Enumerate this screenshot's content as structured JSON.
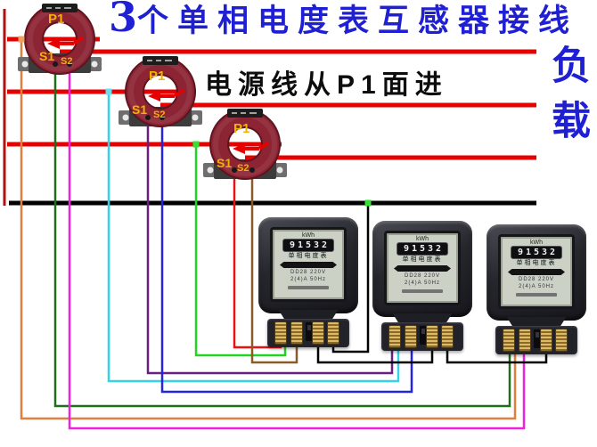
{
  "header": {
    "number": "3",
    "title_rest": "个单相电度表互感器接线",
    "full_title": "3个单相电度表互感器接线"
  },
  "subtitle": "电源线从P1面进",
  "load_label": "负载",
  "colors": {
    "title_blue": "#1f1fd3",
    "phase_red": "#e60000",
    "neutral_black": "#000000",
    "supply_drop_red": "#b01010",
    "ct_body_maroon": "#8c2433",
    "label_gold": "#f0b400"
  },
  "cts": [
    {
      "primary_label": "P1",
      "s1_label": "S1",
      "s2_label": "S2"
    },
    {
      "primary_label": "P1",
      "s1_label": "S1",
      "s2_label": "S2"
    },
    {
      "primary_label": "P1",
      "s1_label": "S1",
      "s2_label": "S2"
    }
  ],
  "wires": [
    {
      "name": "phase-a-voltage-tap-orange",
      "color": "#e08040"
    },
    {
      "name": "ct1-s1-dark-green",
      "color": "#1d6e1d"
    },
    {
      "name": "ct1-s2-magenta",
      "color": "#ee22dd"
    },
    {
      "name": "phase-b-voltage-tap-cyan",
      "color": "#35d2e8"
    },
    {
      "name": "ct2-s1-purple",
      "color": "#6a2080"
    },
    {
      "name": "ct2-s2-blue",
      "color": "#2525e0"
    },
    {
      "name": "phase-c-voltage-tap-green",
      "color": "#22d422"
    },
    {
      "name": "ct3-s1-red",
      "color": "#e81212"
    },
    {
      "name": "ct3-s2-brown",
      "color": "#8a5a28"
    },
    {
      "name": "neutral-drop-black",
      "color": "#000000"
    },
    {
      "name": "neutral-link-meter1-2",
      "color": "#000000"
    },
    {
      "name": "neutral-link-meter2-3",
      "color": "#000000"
    }
  ],
  "meters": [
    {
      "kwh_label": "kWh",
      "register": "91532",
      "name_line": "单相电度表",
      "spec_line1": "DD28  220V",
      "spec_line2": "2(4)A  50Hz"
    },
    {
      "kwh_label": "kWh",
      "register": "91532",
      "name_line": "单相电度表",
      "spec_line1": "DD28  220V",
      "spec_line2": "2(4)A  50Hz"
    },
    {
      "kwh_label": "kWh",
      "register": "91532",
      "name_line": "单相电度表",
      "spec_line1": "DD28  220V",
      "spec_line2": "2(4)A  50Hz"
    }
  ]
}
